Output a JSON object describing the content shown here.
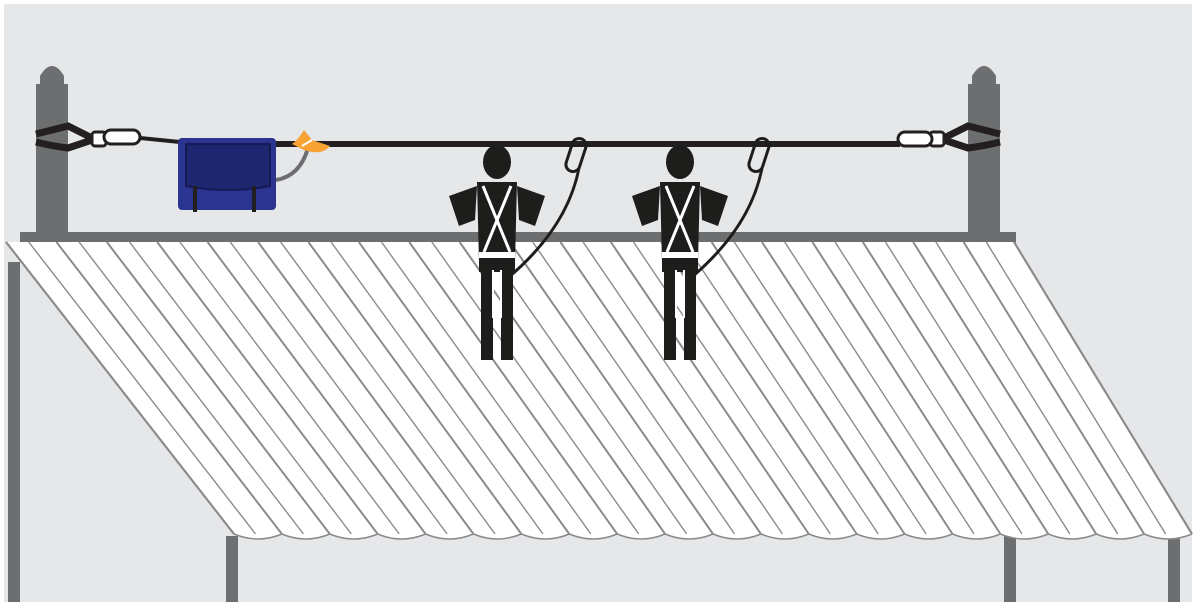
{
  "scene": {
    "description_tag": "illustration",
    "colors": {
      "background": "#e6e7e8",
      "post": "#6d6e70",
      "post_dark": "#58595b",
      "roof_sheet": "#ffffff",
      "roof_line": "#8a8b8d",
      "cable": "#231f20",
      "bag": "#2b3491",
      "bag_dark": "#1f2670",
      "tensioner": "#f7a233",
      "worker": "#1d1d1b",
      "harness": "#ffffff"
    },
    "icons": [
      "anchor-post-left-icon",
      "anchor-post-right-icon",
      "lifeline-cable-icon",
      "carabiner-icon",
      "equipment-bag-icon",
      "tensioner-icon",
      "worker-with-harness-icon",
      "corrugated-roof-icon"
    ],
    "workers": [
      {
        "name": "worker-1"
      },
      {
        "name": "worker-2"
      }
    ]
  }
}
